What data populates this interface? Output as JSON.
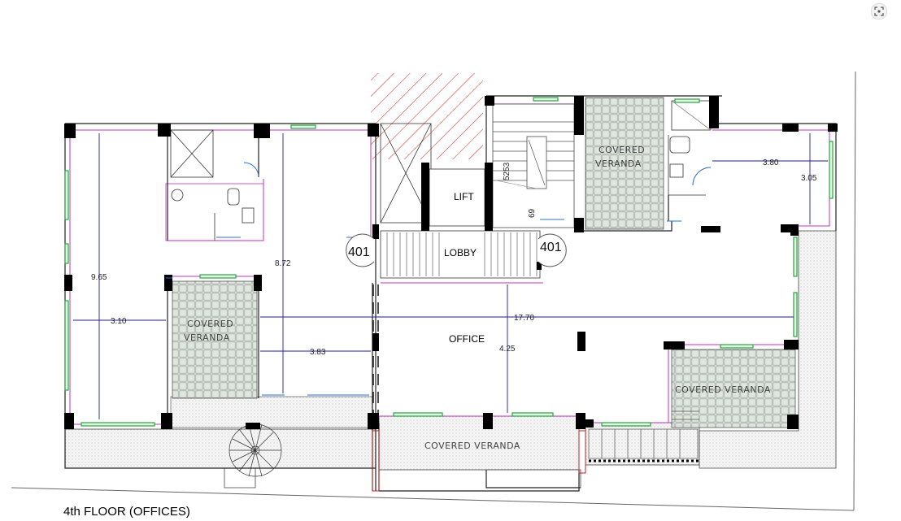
{
  "plan": {
    "caption": "4th FLOOR (OFFICES)",
    "rooms": {
      "lift": "LIFT",
      "lobby": "LOBBY",
      "office": "OFFICE"
    },
    "verandas": {
      "top_line1": "COVERED",
      "top_line2": "VERANDA",
      "left_line1": "COVERED",
      "left_line2": "VERANDA",
      "right": "COVERED VERANDA",
      "bottom": "COVERED VERANDA"
    },
    "unit_tags": {
      "left": "401",
      "right": "401"
    },
    "dimensions": {
      "d_965": "9.65",
      "d_872": "8.72",
      "d_310": "3.10",
      "d_383": "3.83",
      "d_1770": "17.70",
      "d_425": "4.25",
      "d_380": "3.80",
      "d_305": "3.05",
      "d_5253": "5253",
      "d_69": "69"
    },
    "colors": {
      "wall": "#000000",
      "dimension": "#1a1aa6",
      "window": "#22a83a",
      "outline": "#c030c0",
      "hatch": "#e02020",
      "door": "#2a6fd8"
    }
  },
  "toolbar": {
    "zoom_icon": "zoom-focus-icon"
  }
}
